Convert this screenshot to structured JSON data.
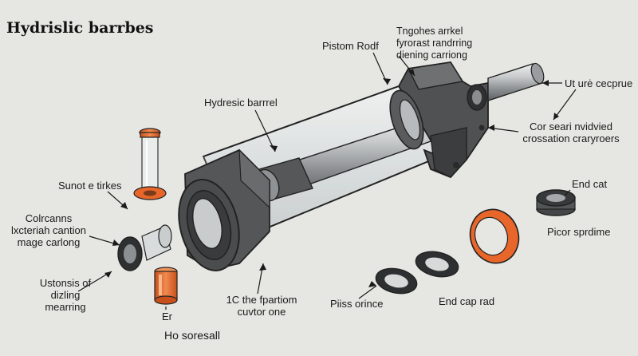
{
  "title": "Hydrislic barrbes",
  "colors": {
    "background": "#e6e7e2",
    "dark_metal": "#4a4b4d",
    "metal_mid": "#6b6c6e",
    "glass": "#d6dbdc",
    "rod": "#b9bcbe",
    "accent_orange": "#e8662a",
    "line": "#1a1a1a"
  },
  "labels": {
    "piston_rod": "Pistom Rodf",
    "top_note": "Tngohes arrkel\nfyrorast randrring\ndiening carriong",
    "cylinder_barrel": "Hydresic barrrel",
    "rod_end": "Ut urė cecprue",
    "cross_section": "Cor seari nvidvied\ncrossation craryroers",
    "left_tube": "Sunot e tirkes",
    "left_cap": "Colrcanns\nlxcteriah cantion\nmage carlong",
    "left_bottom": "Ustonsis of\ndizling\nmearring",
    "er": "Er",
    "bottom_left": "Ho soresall",
    "bottom_center": "1C the fpartiom\ncuvtor one",
    "piss_orince": "Piiss orince",
    "end_cap_rad": "End cap rad",
    "end_cat": "End cat",
    "picor_spredime": "Picor sprdime"
  }
}
